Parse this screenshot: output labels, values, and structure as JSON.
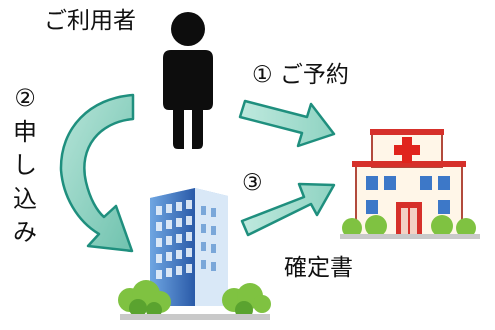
{
  "labels": {
    "user": "ご利用者",
    "step1": "① ご予約",
    "step2": {
      "number": "②",
      "text_chars": [
        "申",
        "し",
        "込",
        "み"
      ]
    },
    "step3": "③",
    "certificate": "確定書"
  },
  "colors": {
    "arrow_fill": "#8fd3c2",
    "arrow_dark": "#1f8f7e",
    "person": "#0d0d0d",
    "hospital_wall": "#fff6e8",
    "hospital_roof": "#d6302a",
    "hospital_cross": "#e0241c",
    "building_glass": "#3d78c8",
    "tree": "#7fc241"
  },
  "icons": [
    "person-icon",
    "hospital-icon",
    "office-building-icon",
    "curved-arrow-icon",
    "arrow-icon"
  ]
}
